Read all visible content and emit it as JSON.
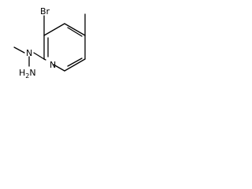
{
  "molecule": {
    "atoms": {
      "bromine": "Br",
      "ring_nitrogen": "N",
      "hydrazine_nitrogen": "N",
      "amine": "H",
      "amine_subscript": "2",
      "amine_nitrogen": "N"
    }
  }
}
